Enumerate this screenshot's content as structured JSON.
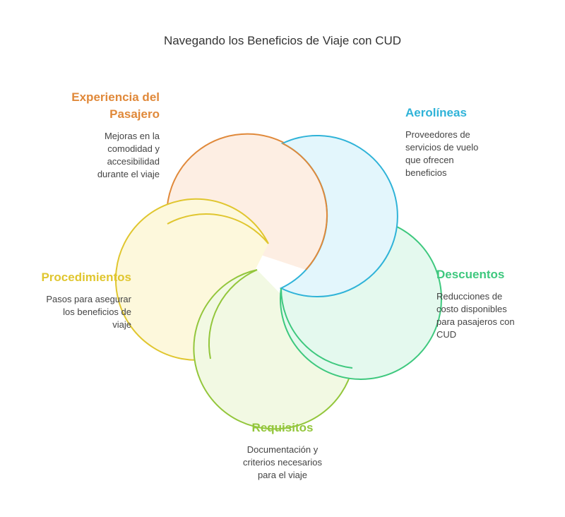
{
  "title": "Navegando los Beneficios de Viaje con CUD",
  "items": [
    {
      "key": "experiencia",
      "title": "Experiencia del\nPasajero",
      "desc": "Mejoras en la\ncomodidad y\naccesibilidad\ndurante el viaje",
      "color": "#e0893a",
      "fill": "#fdeee3"
    },
    {
      "key": "aerolineas",
      "title": "Aerolíneas",
      "desc": "Proveedores de\nservicios de vuelo\nque ofrecen\nbeneficios",
      "color": "#2fb3d8",
      "fill": "#e3f6fc"
    },
    {
      "key": "descuentos",
      "title": "Descuentos",
      "desc": "Reducciones de\ncosto disponibles\npara pasajeros con\nCUD",
      "color": "#3ec87e",
      "fill": "#e4f9ee"
    },
    {
      "key": "requisitos",
      "title": "Requisitos",
      "desc": "Documentación y\ncriterios necesarios\npara el viaje",
      "color": "#93c63b",
      "fill": "#f2f9e3"
    },
    {
      "key": "procedimientos",
      "title": "Procedimientos",
      "desc": "Pasos para asegurar\nlos beneficios de\nviaje",
      "color": "#e0c62f",
      "fill": "#fdf8dc"
    }
  ]
}
